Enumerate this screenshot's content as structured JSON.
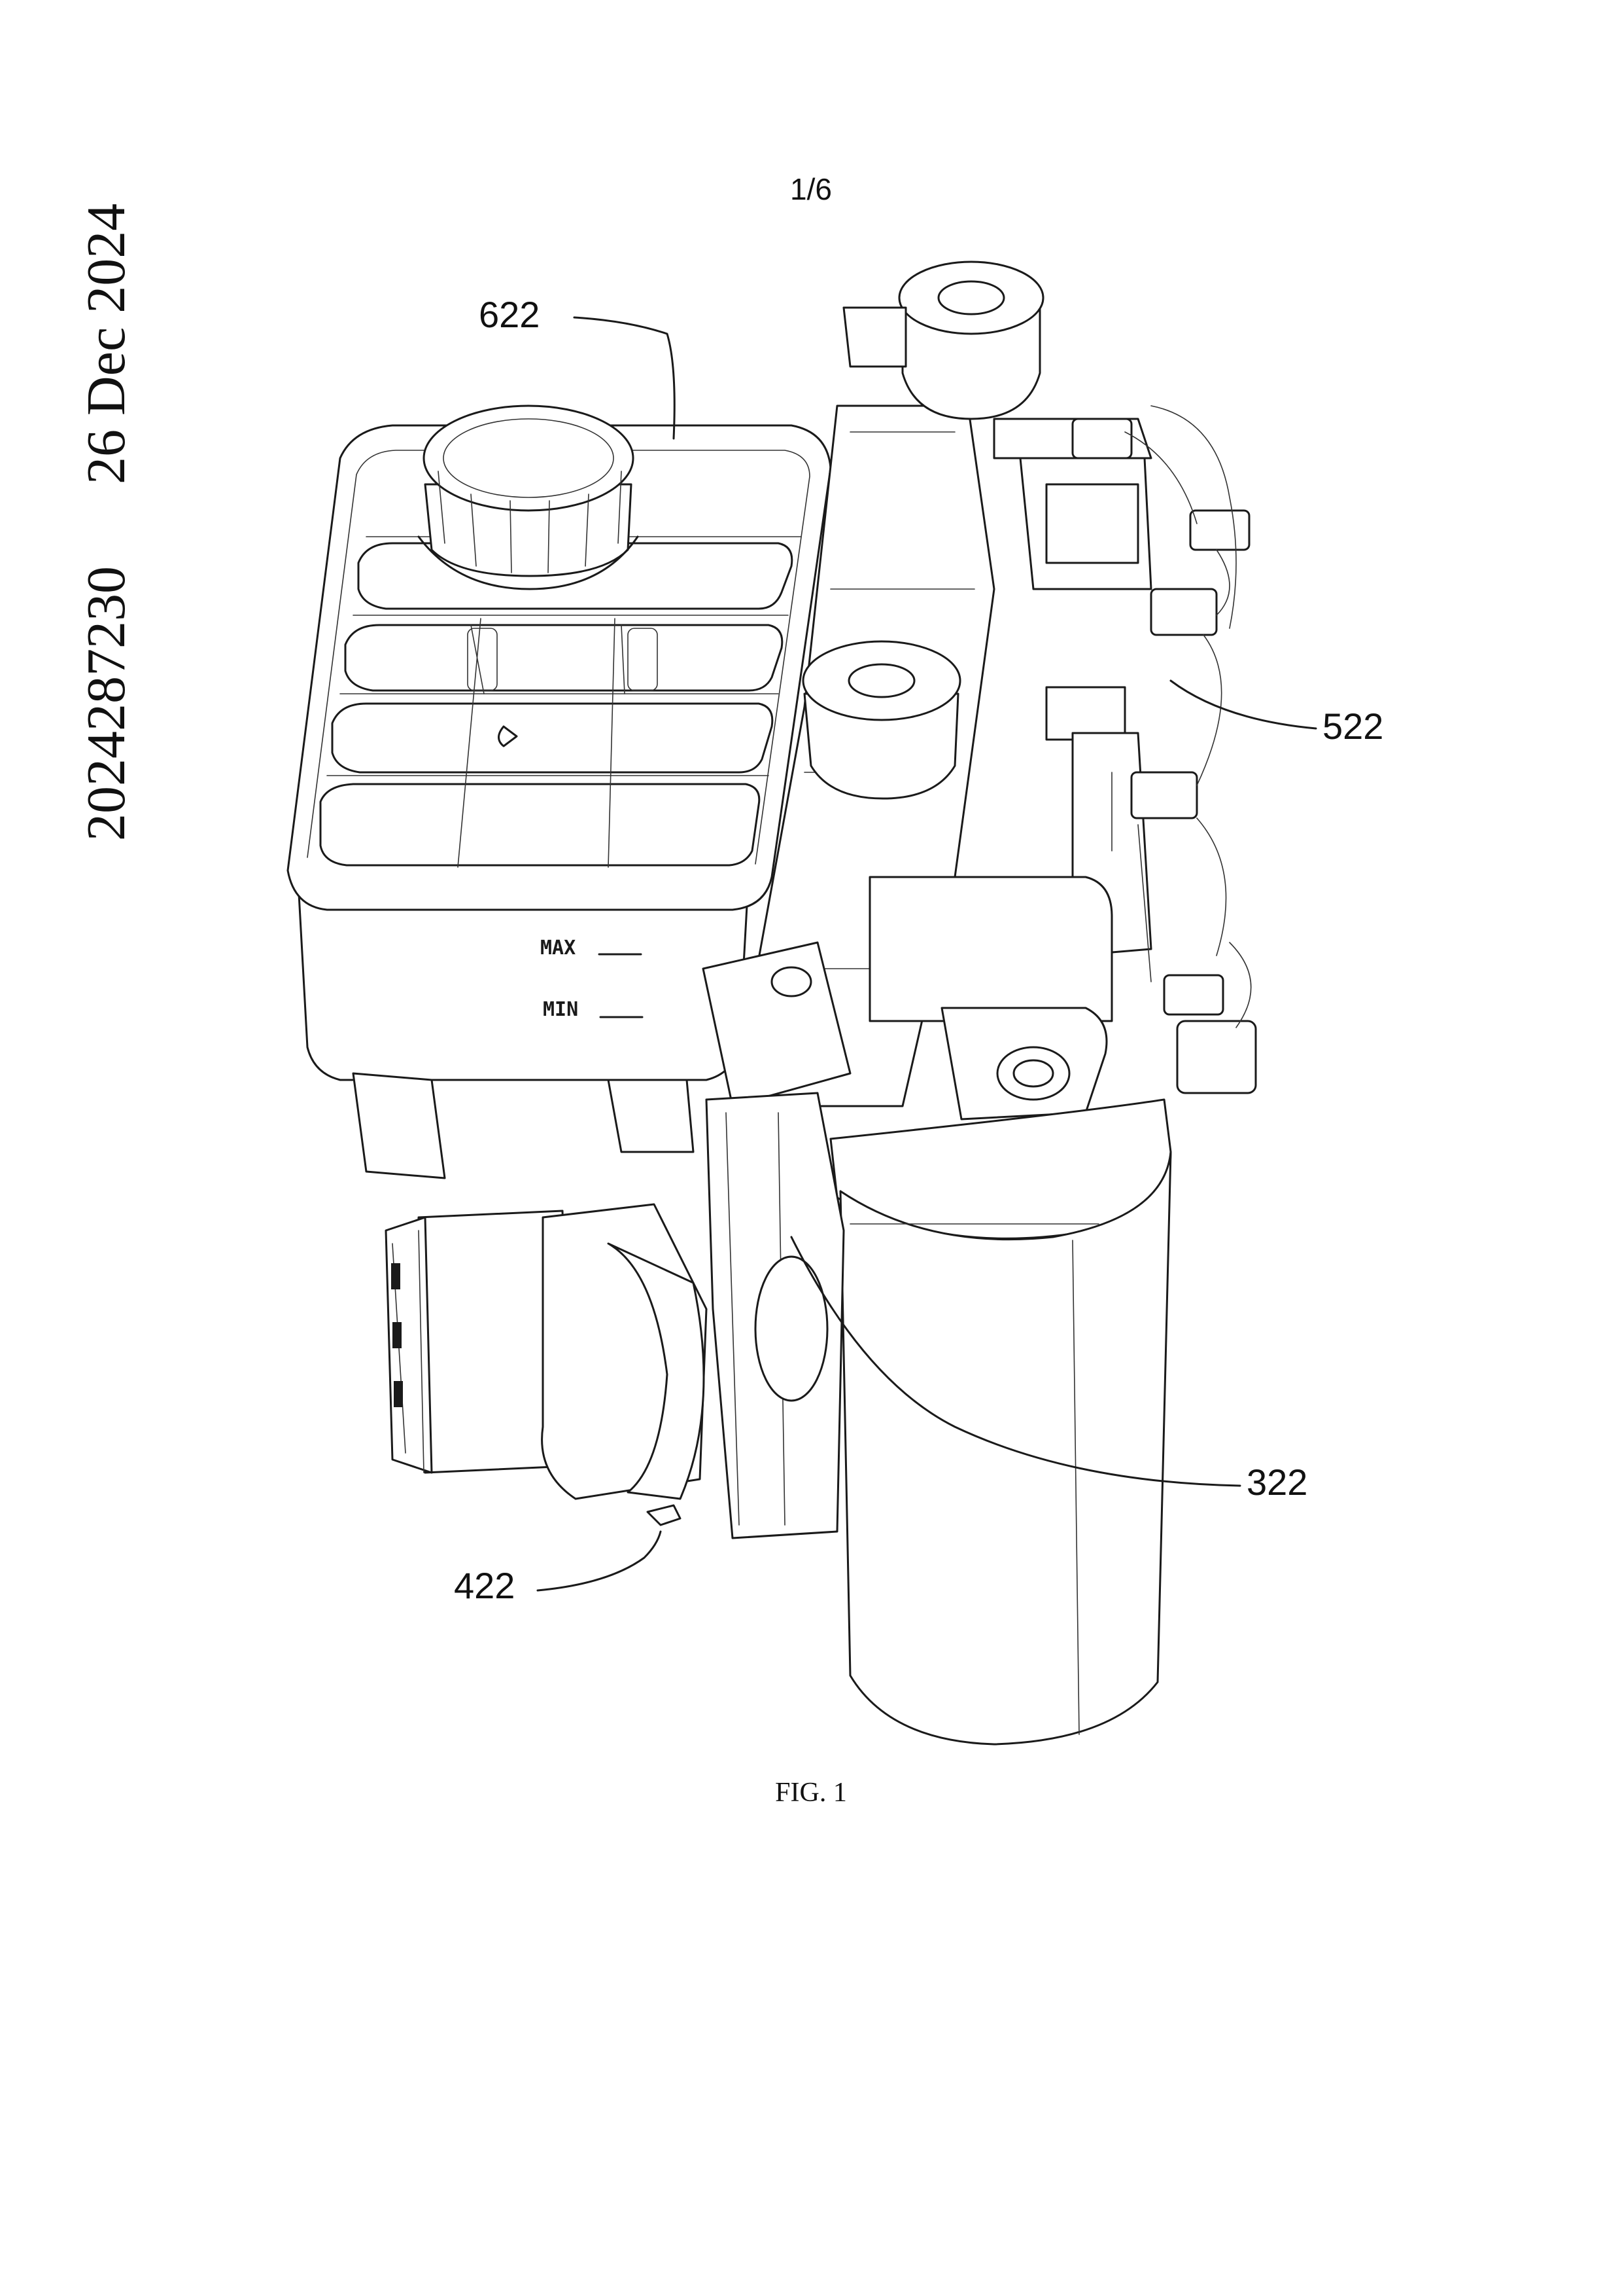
{
  "header": {
    "date": "26 Dec 2024",
    "application_number": "2024287230",
    "sheet": "1/6"
  },
  "figure": {
    "caption": "FIG. 1",
    "reference_numerals": [
      "622",
      "522",
      "322",
      "422"
    ],
    "tank_markings": {
      "max": "MAX",
      "min": "MIN"
    }
  }
}
